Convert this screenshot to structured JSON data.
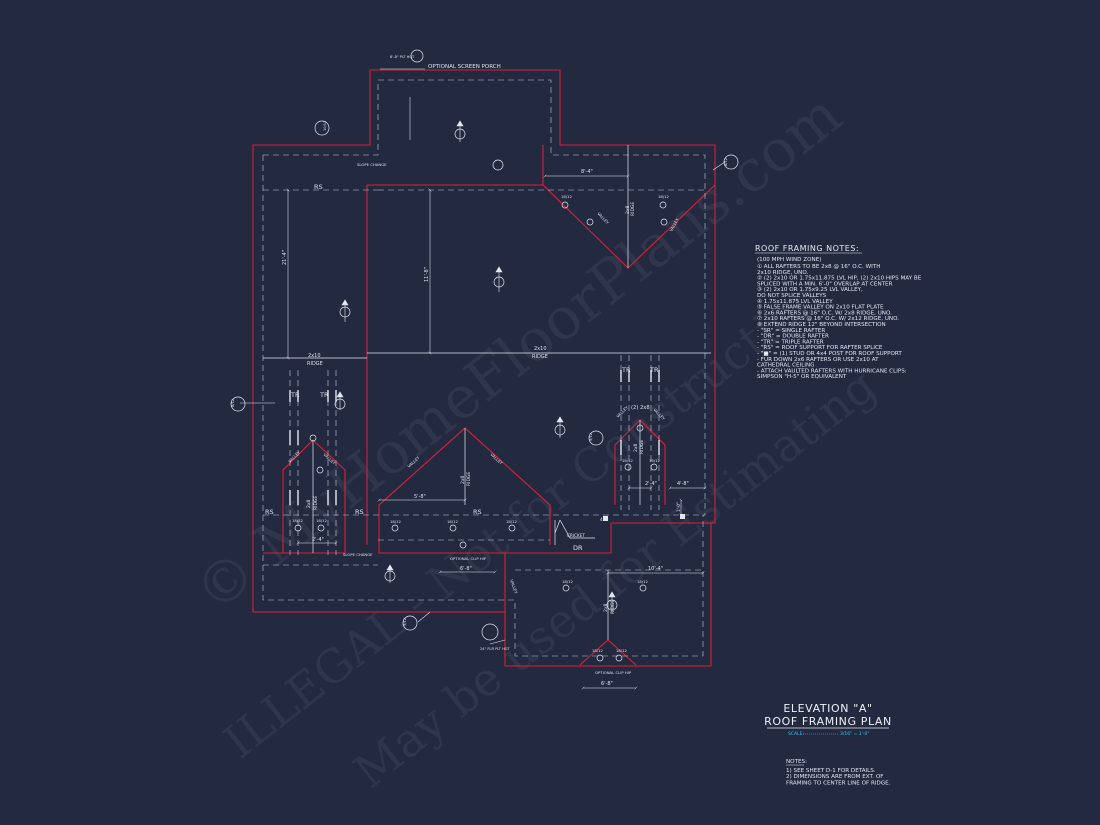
{
  "colors": {
    "background": "#232a40",
    "red_line": "#d9203a",
    "white_line": "#e4e7f0",
    "dim_line": "#8d94ad",
    "cyan": "#35c6ff"
  },
  "watermark": {
    "line1": "© MyHomeFloorPlans.com",
    "line2": "ILLEGAL - Not for Construction",
    "line3": "May be used for Estimating"
  },
  "plan": {
    "porch_label": "OPTIONAL SCREEN PORCH",
    "labels": {
      "rs": "RS",
      "tr": "TR",
      "dr": "DR",
      "ridge": "RIDGE",
      "valley": "VALLEY",
      "two_by_ten": "2x10",
      "two_by_eight": "2x8",
      "two_2x8": "(2) 2x8",
      "slope_change": "SLOPE CHANGE",
      "cricket": "CRICKET",
      "optional_clip_hip": "OPTIONAL CLIP HIP",
      "plt_hgt": "PLT HGT",
      "plt_ht": "8'-8\" PLT HGT",
      "plt_ht2": "24\" FLR PLT HGT"
    },
    "dims": {
      "d_8_4": "8'-4\"",
      "d_21_4": "21'-4\"",
      "d_11_8": "11'-8\"",
      "d_5_8": "5'-8\"",
      "d_2_4a": "2'-4\"",
      "d_2_4b": "2'-4\"",
      "d_4_8": "4'-8\"",
      "d_6_8a": "6'-8\"",
      "d_10_4": "10'-4\"",
      "d_6_8b": "6'-8\"",
      "d_1_0": "1'-0\"",
      "d_4": "4\""
    },
    "tag_18_12": "18/12",
    "tag_10_12": "10/12",
    "tag_8_12": "8/12",
    "tag_9_12": "9/12"
  },
  "roof_notes": {
    "title": "ROOF FRAMING NOTES:",
    "subtitle": "(100 MPH WIND ZONE)",
    "items": [
      "① ALL RAFTERS TO BE 2x8 @ 16\" O.C. WITH",
      "   2x10 RIDGE, UNO.",
      "② (2) 2x10 OR 1.75x11.875 LVL HIP, (2) 2x10 HIPS MAY BE",
      "   SPLICED WITH A MIN. 6'-0\" OVERLAP AT CENTER",
      "③ (2) 2x10 OR 1.75x9.25 LVL VALLEY,",
      "   DO NOT SPLICE VALLEYS",
      "④ 1.75x11.875 LVL VALLEY",
      "⑤ FALSE FRAME VALLEY ON 2x10 FLAT PLATE",
      "⑥ 2x6 RAFTERS @ 16\" O.C. W/ 2x8 RIDGE, UNO.",
      "⑦ 2x10 RAFTERS @ 16\" O.C. W/ 2x12 RIDGE, UNO.",
      "⑧ EXTEND RIDGE 12\" BEYOND INTERSECTION",
      "- \"SR\" = SINGLE RAFTER",
      "- \"DR\" = DOUBLE RAFTER",
      "- \"TR\" = TRIPLE RAFTER",
      "- \"RS\" = ROOF SUPPORT FOR RAFTER SPLICE",
      "- \"■\" = (1) STUD OR 4x4 POST FOR ROOF SUPPORT",
      "- FUR DOWN 2x6 RAFTERS OR USE 2x10 AT",
      "   CATHEDRAL CEILING",
      "- ATTACH VAULTED RAFTERS WITH HURRICANE CLIPS:",
      "   SIMPSON \"H-5\" OR EQUIVALENT"
    ]
  },
  "title_block": {
    "line1": "ELEVATION \"A\"",
    "line2": "ROOF FRAMING PLAN",
    "scale_label": "SCALE:",
    "scale_value": "3/16\" = 1'-0\""
  },
  "notes": {
    "title": "NOTES:",
    "items": [
      "1)  SEE SHEET D-1 FOR DETAILS.",
      "2)  DIMENSIONS ARE FROM EXT. OF",
      "     FRAMING TO CENTER LINE OF RIDGE."
    ]
  }
}
